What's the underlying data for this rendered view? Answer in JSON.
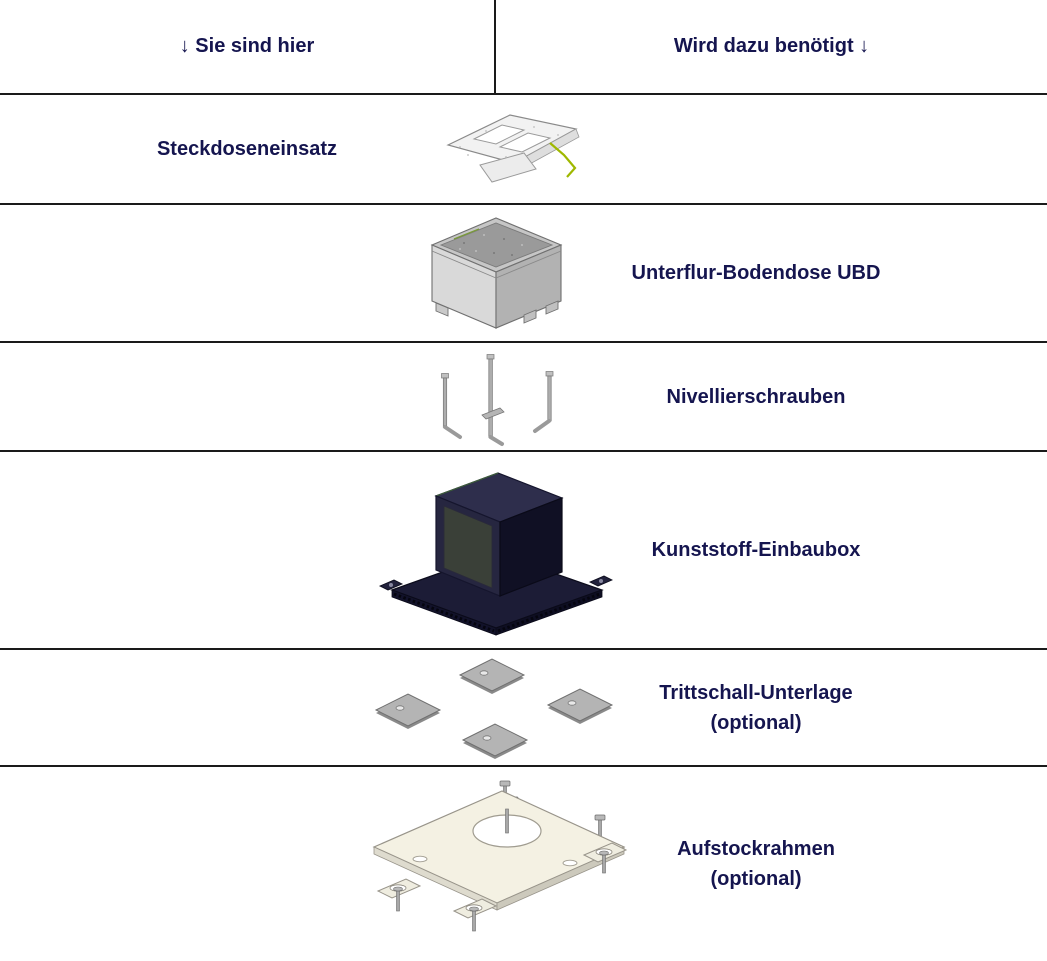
{
  "header": {
    "left_label": "↓ Sie sind hier",
    "right_label": "Wird dazu benötigt ↓"
  },
  "rows": [
    {
      "label": "Steckdoseneinsatz",
      "image": "socket-insert"
    },
    {
      "label": "Unterflur-Bodendose UBD",
      "image": "underfloor-box-ubd"
    },
    {
      "label": "Nivellierschrauben",
      "image": "leveling-screws"
    },
    {
      "label": "Kunststoff-Einbaubox",
      "image": "plastic-installation-box"
    },
    {
      "label": "Trittschall-Unterlage\n(optional)",
      "image": "impact-sound-pads"
    },
    {
      "label": "Aufstockrahmen\n(optional)",
      "image": "raising-frame"
    }
  ],
  "colors": {
    "text": "#15154f",
    "line": "#1a1a1a",
    "background": "#ffffff",
    "wire_green": "#9fb800",
    "dark_box": "#1c1c36",
    "frame_beige": "#f4f1e3",
    "metal_gray": "#b4b4b4"
  }
}
